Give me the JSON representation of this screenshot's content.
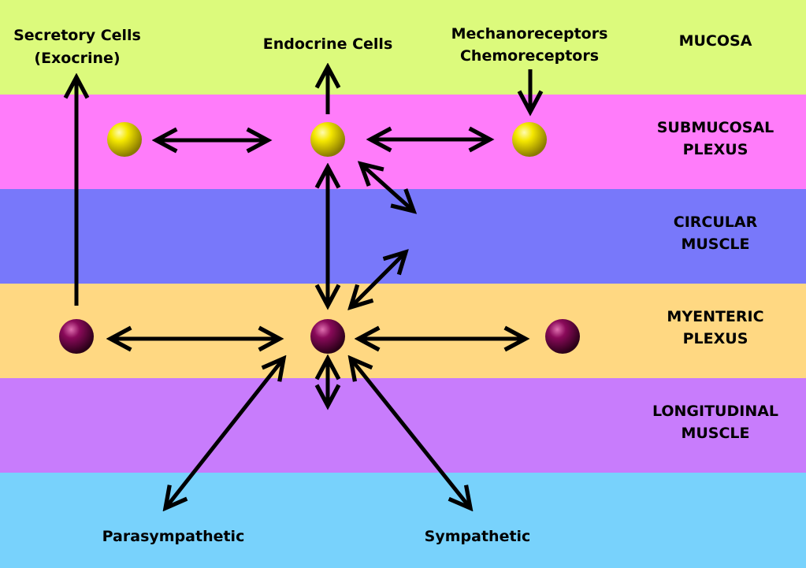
{
  "layers": [
    {
      "label_lines": [
        "MUCOSA"
      ],
      "color": "#dcfa7c"
    },
    {
      "label_lines": [
        "SUBMUCOSAL",
        "PLEXUS"
      ],
      "color": "#ff7cfa"
    },
    {
      "label_lines": [
        "CIRCULAR",
        "MUSCLE"
      ],
      "color": "#7878fa"
    },
    {
      "label_lines": [
        "MYENTERIC",
        "PLEXUS"
      ],
      "color": "#ffd882"
    },
    {
      "label_lines": [
        "LONGITUDINAL",
        "MUSCLE"
      ],
      "color": "#c87cfc"
    },
    {
      "label_lines": [],
      "color": "#78d2fc"
    }
  ],
  "nodes": {
    "secretory": [
      "Secretory Cells",
      "(Exocrine)"
    ],
    "endocrine": [
      "Endocrine Cells"
    ],
    "receptors": [
      "Mechanoreceptors",
      "Chemoreceptors"
    ],
    "parasympathetic": [
      "Parasympathetic"
    ],
    "sympathetic": [
      "Sympathetic"
    ]
  },
  "neuron_colors": {
    "submucosal": "#f0e000",
    "myenteric": "#8a0a5a"
  }
}
